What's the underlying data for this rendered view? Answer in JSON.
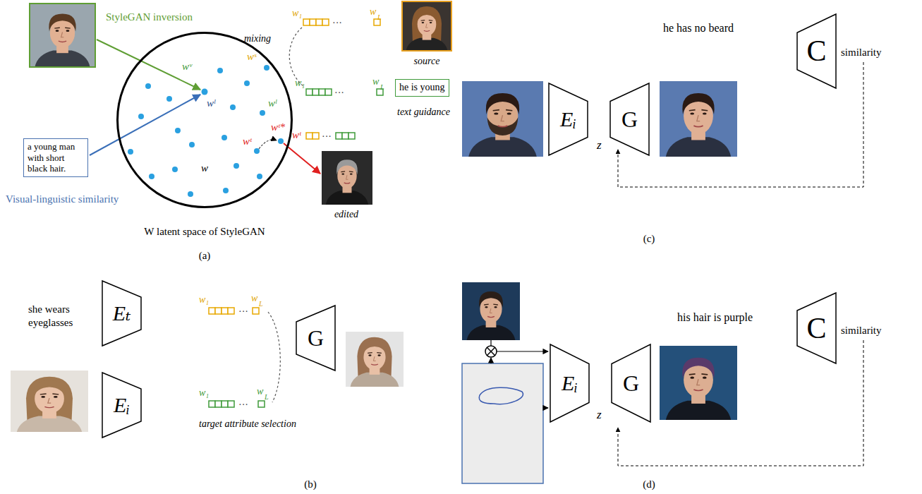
{
  "diagram": {
    "nodes": [
      {
        "text": [
          "W latent space of StyleGAN"
        ]
      },
      {
        "text": [
          "a young man with short black hair."
        ]
      },
      {
        "text": [
          "he is young"
        ]
      },
      {
        "text": [
          "Eₜ"
        ]
      },
      {
        "text": [
          "Eᵢ"
        ]
      },
      {
        "text": [
          "G"
        ]
      },
      {
        "text": [
          "Eᵢ"
        ]
      },
      {
        "text": [
          "G"
        ]
      },
      {
        "text": [
          "C"
        ]
      },
      {
        "text": [
          "Eᵢ"
        ]
      },
      {
        "text": [
          "G"
        ]
      },
      {
        "text": [
          "C"
        ]
      }
    ],
    "labels": [
      "(a)",
      "StyleGAN inversion",
      "Visual-linguistic similarity",
      "wᵛ",
      "wˡ",
      "wˢ",
      "wˡ",
      "wᵗ*",
      "wᵗ",
      "w",
      "mixing",
      "w₁",
      "···",
      "w",
      "L",
      "source",
      "w₁",
      "···",
      "w",
      "L",
      "text guidance",
      "wᵗ",
      "···",
      "edited",
      "(b)",
      "she wears eyeglasses",
      "w₁",
      "···",
      "w",
      "L",
      "w₁",
      "···",
      "w",
      "L",
      "target attribute selection",
      "(c)",
      "z",
      "he has no beard",
      "similarity",
      "(d)",
      "z",
      "his hair is purple",
      "similarity"
    ]
  }
}
